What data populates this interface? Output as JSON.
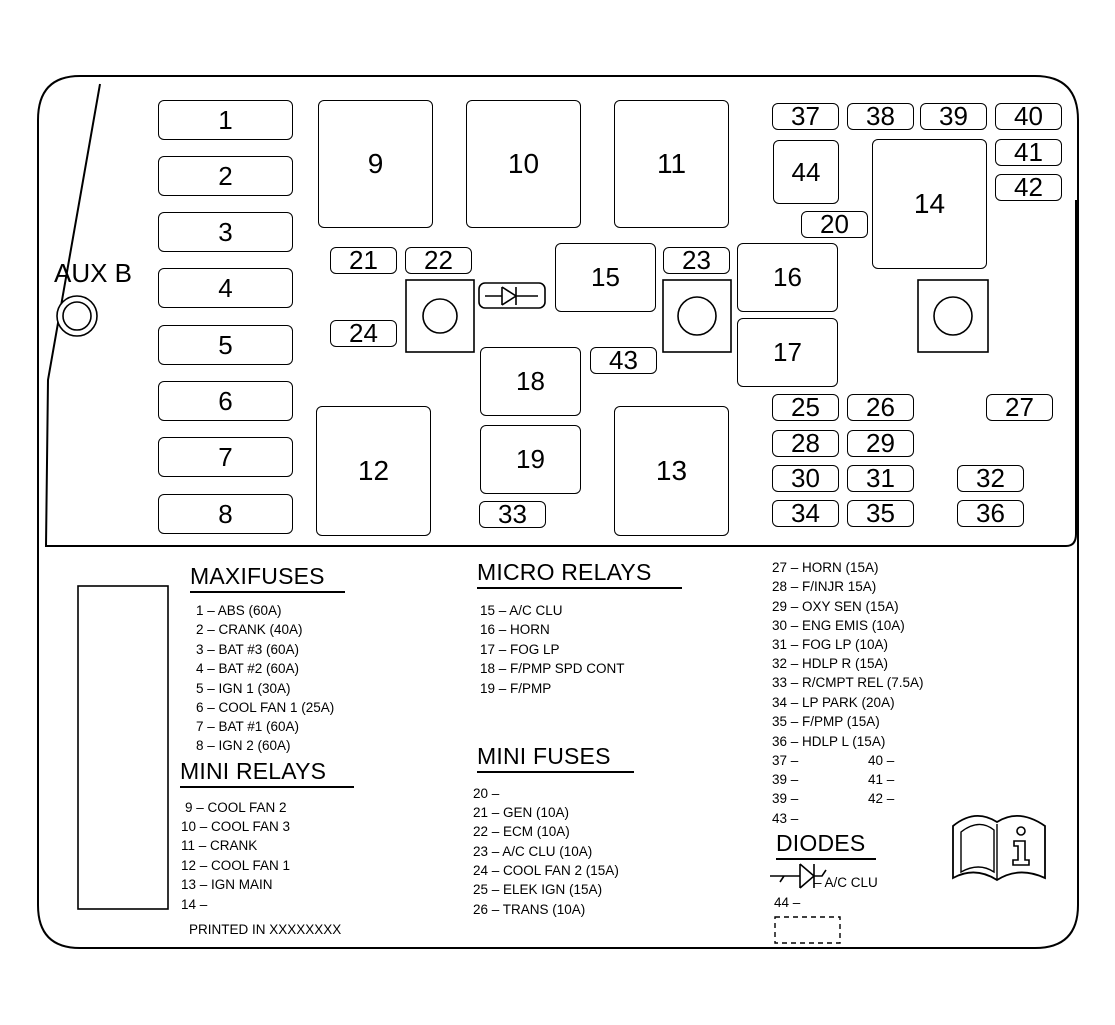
{
  "aux_label": "AUX B",
  "maxifuse_slots": [
    "1",
    "2",
    "3",
    "4",
    "5",
    "6",
    "7",
    "8"
  ],
  "mini_relay_slots": [
    "9",
    "10",
    "11",
    "12",
    "13"
  ],
  "large_relay_slot": "14",
  "micro_relay_slots": [
    "15",
    "16",
    "17",
    "18",
    "19"
  ],
  "mini_fuse_slots": [
    "20",
    "21",
    "22",
    "23",
    "24",
    "25",
    "26",
    "27",
    "28",
    "29",
    "30",
    "31",
    "32",
    "33",
    "34",
    "35",
    "36",
    "37",
    "38",
    "39",
    "40",
    "41",
    "42",
    "43",
    "44"
  ],
  "legend": {
    "maxifuses": {
      "title": "MAXIFUSES",
      "items": [
        "1 – ABS (60A)",
        "2 – CRANK (40A)",
        "3 – BAT #3 (60A)",
        "4 – BAT #2 (60A)",
        "5 – IGN 1 (30A)",
        "6 – COOL FAN 1 (25A)",
        "7 – BAT #1 (60A)",
        "8 – IGN 2 (60A)"
      ]
    },
    "mini_relays": {
      "title": "MINI RELAYS",
      "items": [
        "9 – COOL FAN 2",
        "10 – COOL FAN 3",
        "11 – CRANK",
        "12 – COOL FAN 1",
        "13 – IGN MAIN",
        "14 –"
      ]
    },
    "printed": "PRINTED IN XXXXXXXX",
    "micro_relays": {
      "title": "MICRO RELAYS",
      "items": [
        "15 – A/C CLU",
        "16 – HORN",
        "17 – FOG LP",
        "18 – F/PMP SPD CONT",
        "19 – F/PMP"
      ]
    },
    "mini_fuses": {
      "title": "MINI FUSES",
      "items": [
        "20 –",
        "21 – GEN (10A)",
        "22 – ECM (10A)",
        "23 – A/C CLU (10A)",
        "24 – COOL FAN 2 (15A)",
        "25 – ELEK IGN (15A)",
        "26 – TRANS (10A)"
      ]
    },
    "right_column": {
      "items": [
        "27 – HORN (15A)",
        "28 – F/INJR 15A)",
        "29 – OXY SEN (15A)",
        "30 – ENG EMIS (10A)",
        "31 – FOG LP (10A)",
        "32 – HDLP R (15A)",
        "33 – R/CMPT REL (7.5A)",
        "34 – LP PARK (20A)",
        "35 – F/PMP (15A)",
        "36 – HDLP L (15A)",
        "37 –",
        "39 –",
        "39 –",
        "43 –"
      ],
      "items_right": [
        "40 –",
        "41 –",
        "42 –"
      ]
    },
    "diodes": {
      "title": "DIODES",
      "items": [
        "– A/C CLU",
        "44 –"
      ]
    }
  },
  "icons": {
    "diode": "diode-icon",
    "manual": "owners-manual-info-icon",
    "aux": "aux-stud-icon"
  },
  "colors": {
    "line": "#000000",
    "background": "#ffffff"
  }
}
